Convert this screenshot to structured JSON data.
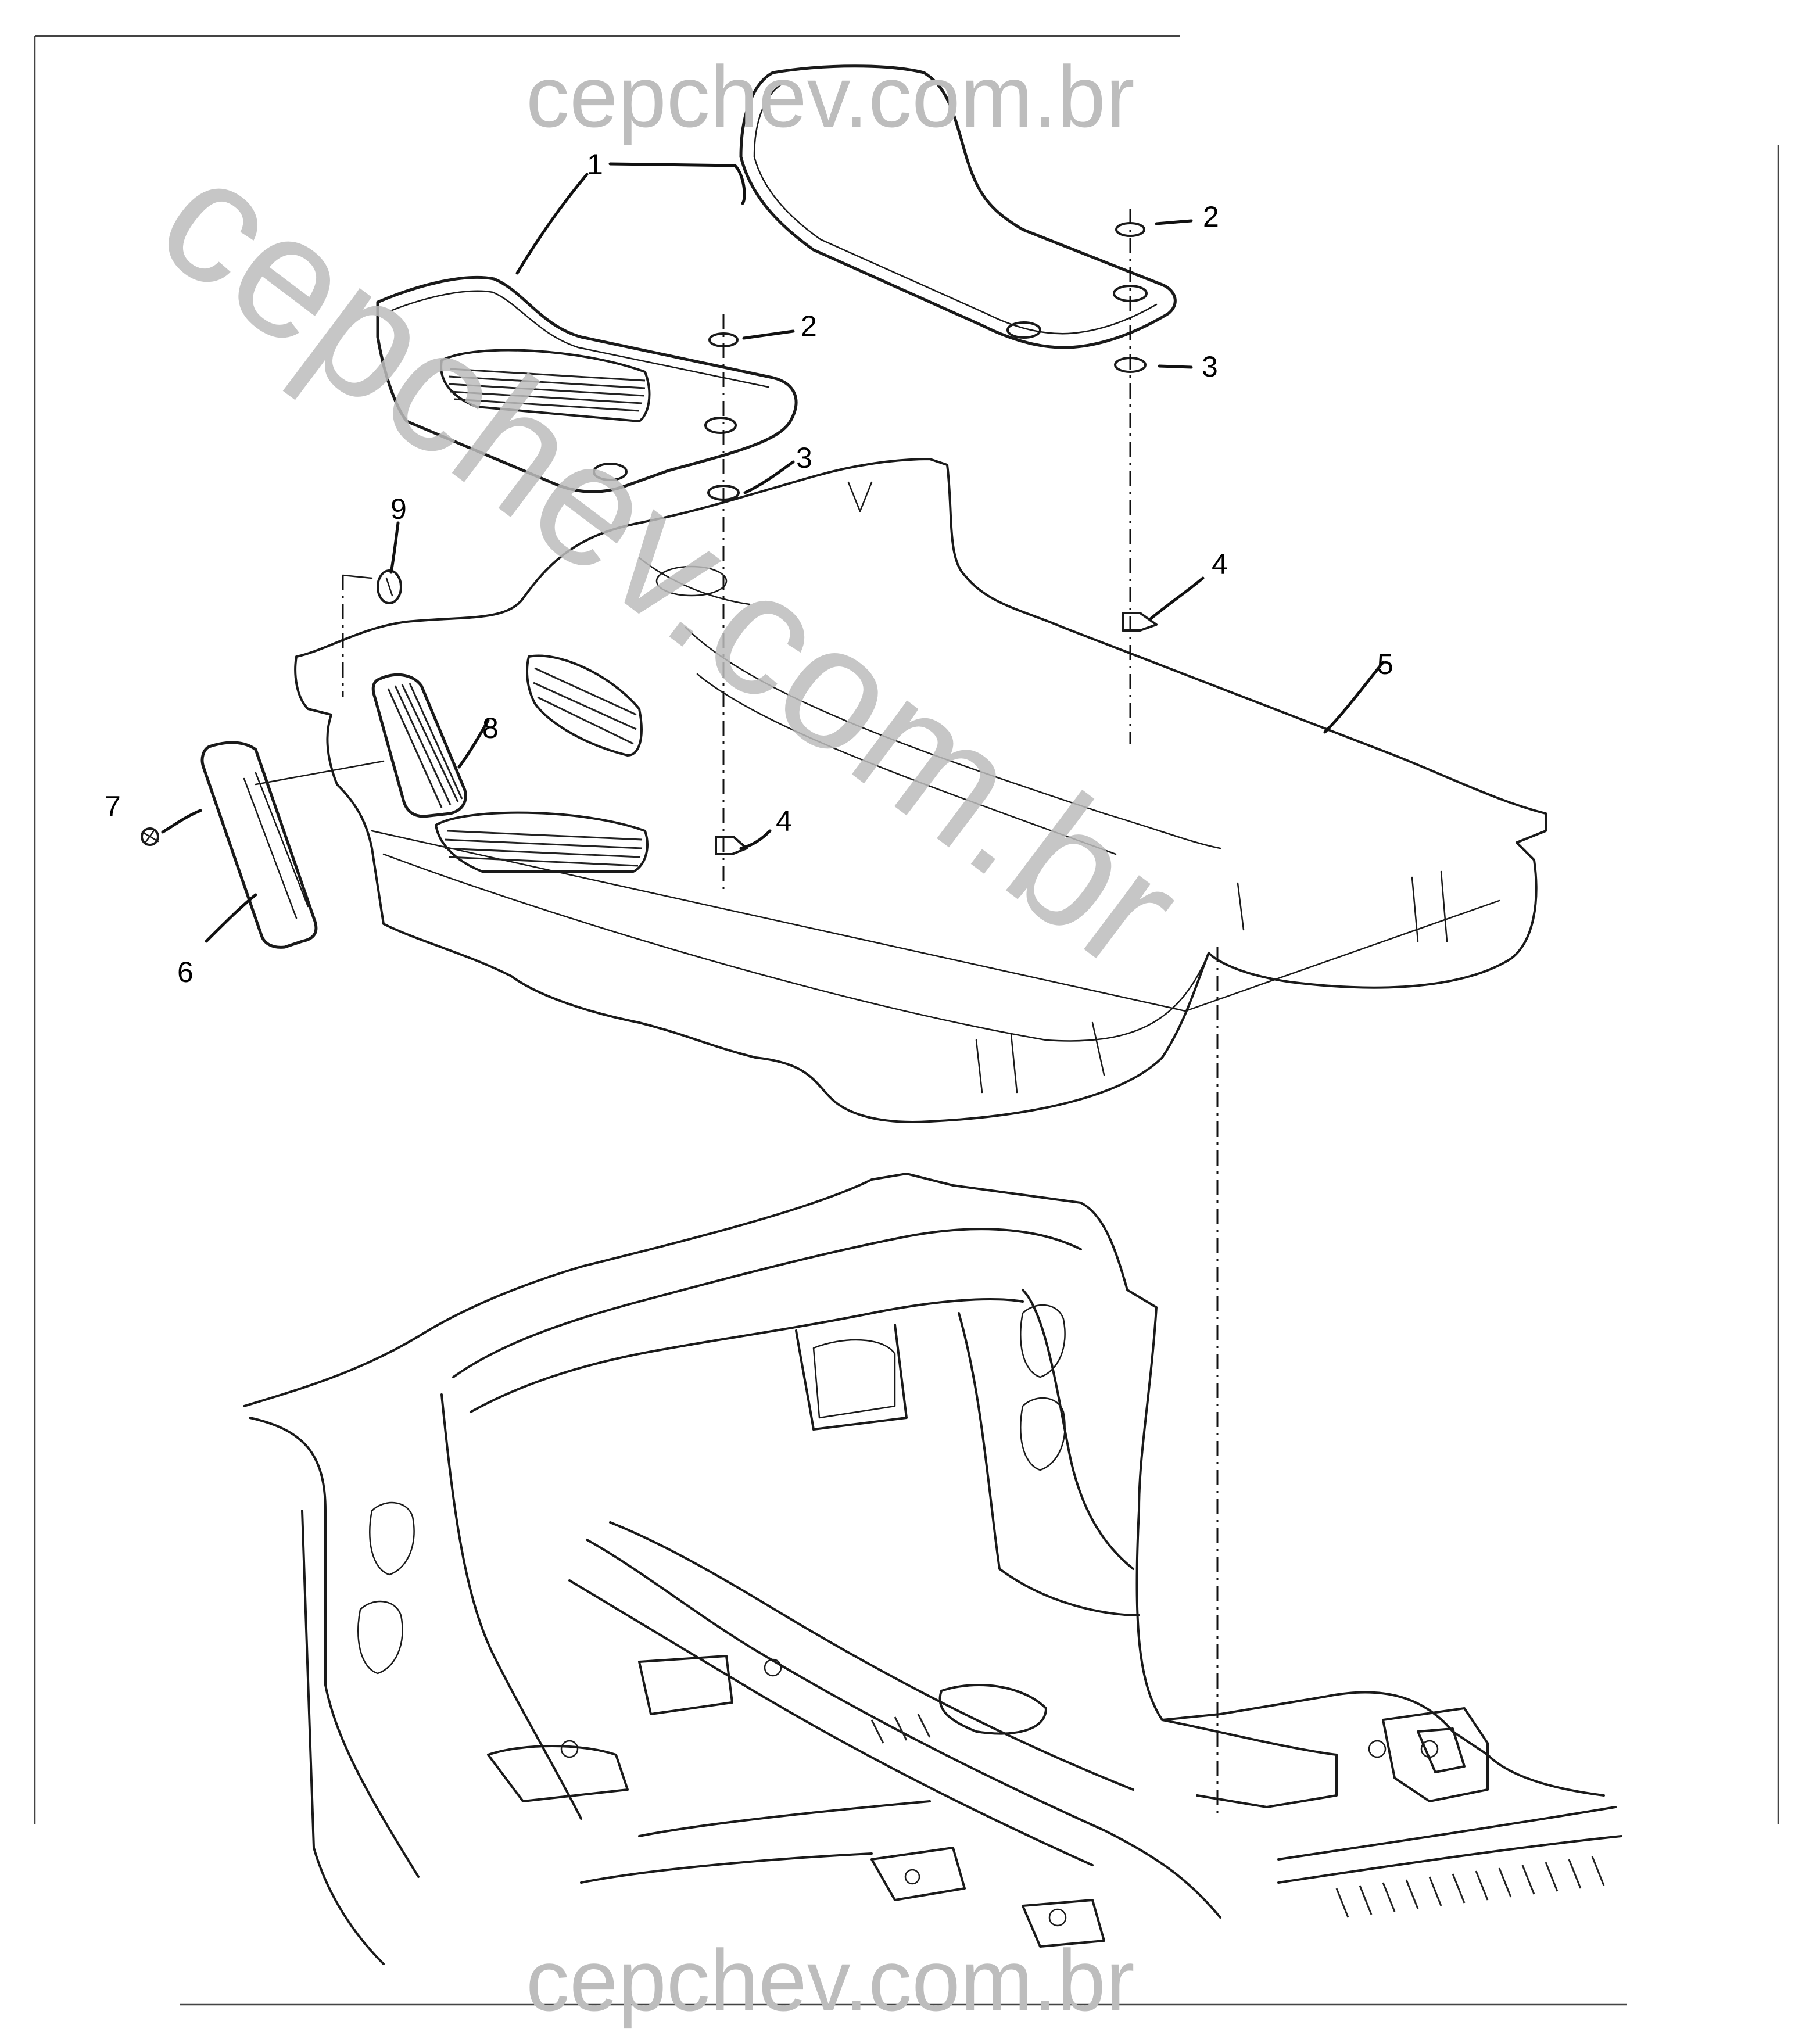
{
  "watermarks": {
    "top": "cepchev.com.br",
    "bottom": "cepchev.com.br",
    "diagonal": "cepchev.com.br"
  },
  "callouts": [
    {
      "id": "c1a",
      "label": "1"
    },
    {
      "id": "c2a",
      "label": "2"
    },
    {
      "id": "c2b",
      "label": "2"
    },
    {
      "id": "c3a",
      "label": "3"
    },
    {
      "id": "c3b",
      "label": "3"
    },
    {
      "id": "c4a",
      "label": "4"
    },
    {
      "id": "c4b",
      "label": "4"
    },
    {
      "id": "c5",
      "label": "5"
    },
    {
      "id": "c6",
      "label": "6"
    },
    {
      "id": "c7",
      "label": "7"
    },
    {
      "id": "c8",
      "label": "8"
    },
    {
      "id": "c9",
      "label": "9"
    }
  ]
}
